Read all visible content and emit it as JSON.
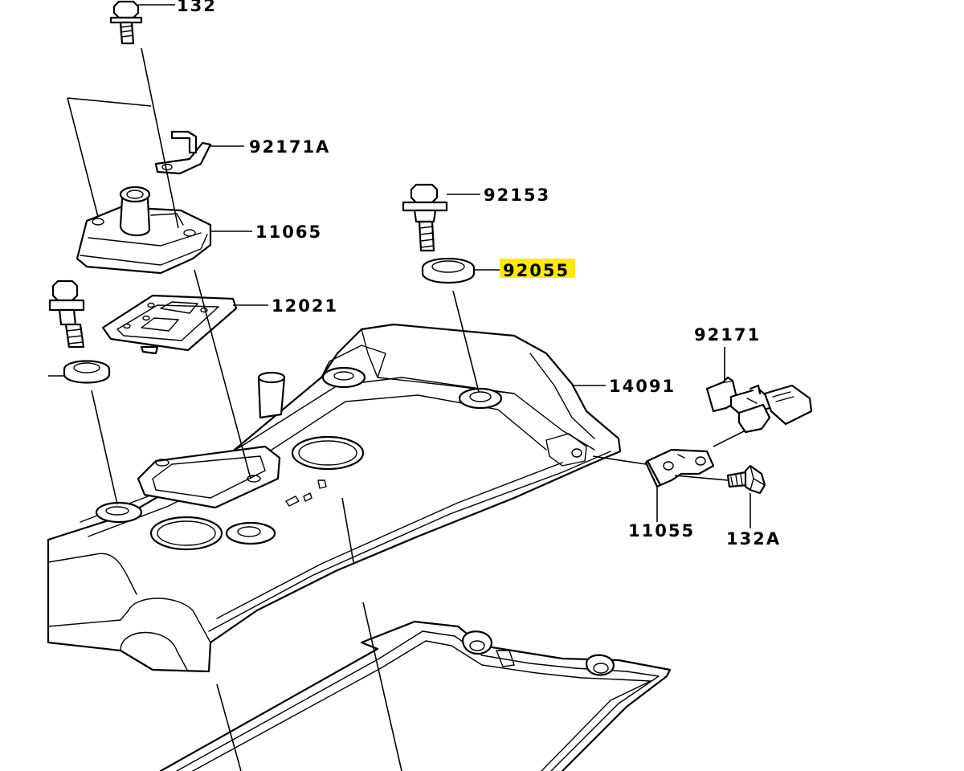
{
  "highlight_color": "#ffea00",
  "line_color": "#000000",
  "labels": {
    "l132": "132",
    "l92171A": "92171A",
    "l11065": "11065",
    "l12021": "12021",
    "l92153": "92153",
    "l92055": "92055",
    "l14091": "14091",
    "l92171": "92171",
    "l11055": "11055",
    "l132A": "132A"
  },
  "highlighted_label": "92055"
}
